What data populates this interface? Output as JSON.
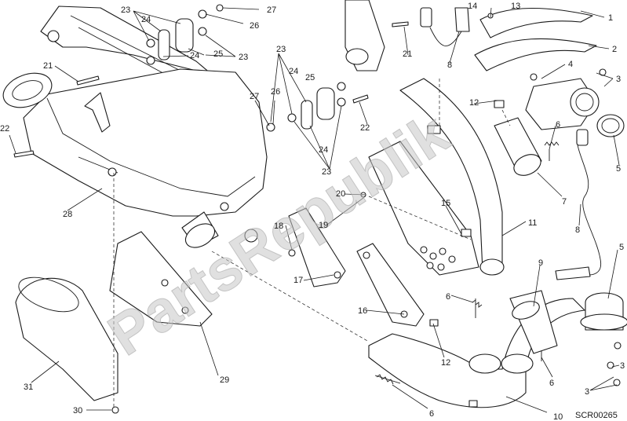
{
  "watermark_text": "PartsRepublik",
  "diagram_code": "SCR00265",
  "callouts": [
    "1",
    "2",
    "3",
    "4",
    "5",
    "6",
    "7",
    "8",
    "9",
    "10",
    "11",
    "12",
    "13",
    "14",
    "15",
    "16",
    "17",
    "18",
    "19",
    "20",
    "21",
    "22",
    "23",
    "24",
    "25",
    "26",
    "27",
    "28",
    "29",
    "30",
    "31"
  ]
}
